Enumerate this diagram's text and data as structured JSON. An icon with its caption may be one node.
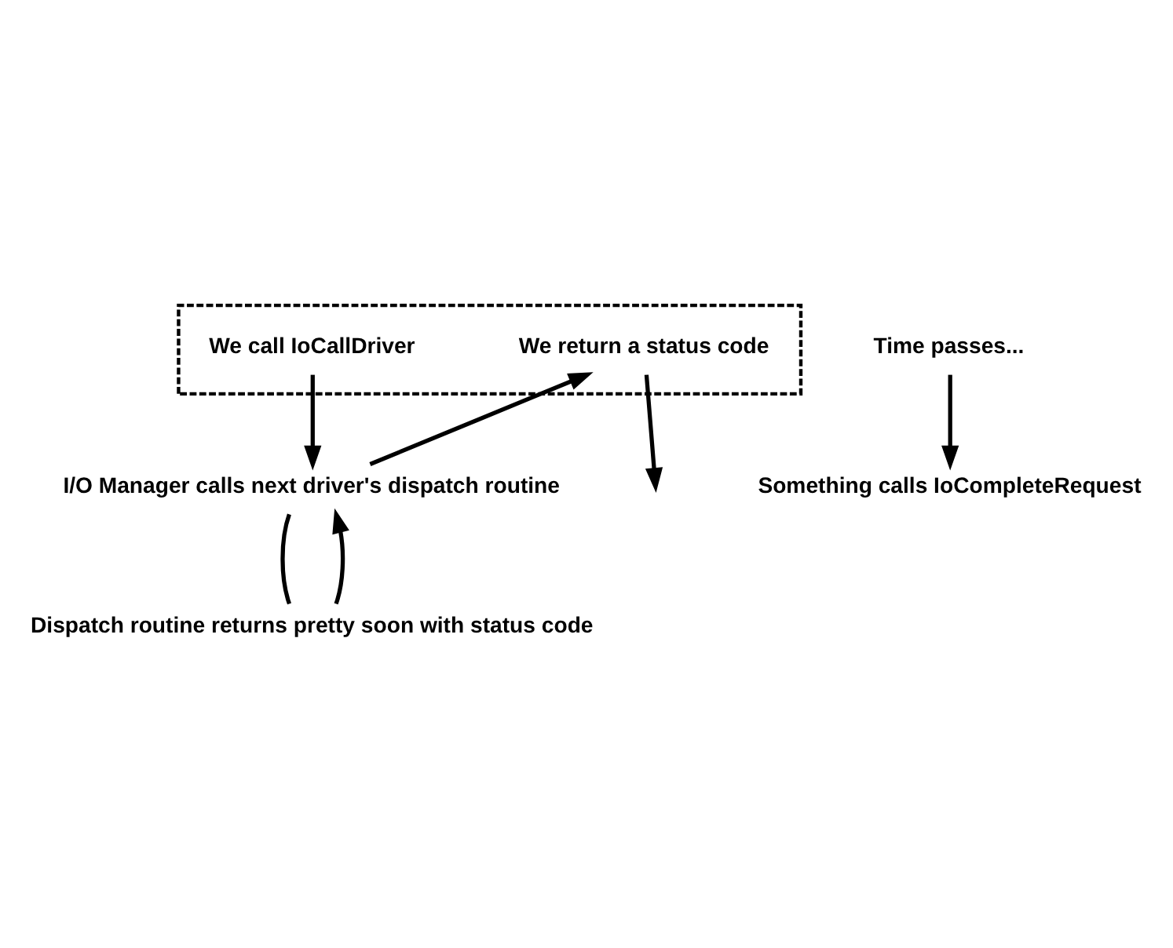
{
  "diagram": {
    "nodes": [
      {
        "text": [],
        "shape": "box"
      },
      {
        "text": [
          "We call IoCallDriver"
        ],
        "in": 0
      },
      {
        "text": [
          "We return a status code"
        ],
        "in": 0
      },
      {
        "text": [
          "I/O Manager calls next driver's dispatch routine"
        ]
      },
      {
        "text": [
          "Dispatch routine returns pretty soon with status code"
        ]
      },
      {
        "text": [
          "Time passes..."
        ]
      },
      {
        "text": [
          "Something calls IoCompleteRequest"
        ]
      }
    ],
    "edges": [
      {
        "from": 1,
        "to": 3,
        "arrow": "to"
      },
      {
        "from": 3,
        "to": 2,
        "arrow": "to"
      },
      {
        "from": 3,
        "to": 4,
        "arrow": "none"
      },
      {
        "from": 4,
        "to": 3,
        "arrow": "to"
      },
      {
        "from": 2,
        "to": null,
        "arrow": "to"
      },
      {
        "from": 5,
        "to": 6,
        "arrow": "to"
      }
    ]
  }
}
